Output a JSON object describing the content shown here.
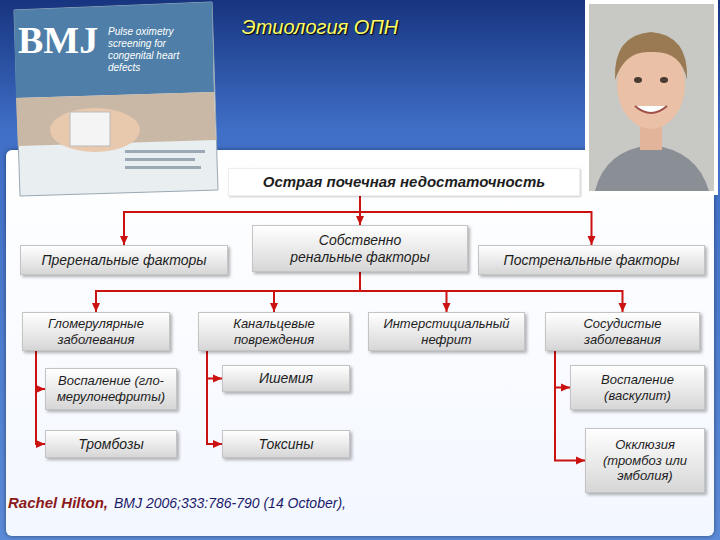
{
  "diagram": {
    "title": "Этиология ОПН",
    "nodes": [
      {
        "text": [
          "Острая почечная недостаточность"
        ]
      },
      {
        "text": [
          "Преренальные факторы"
        ]
      },
      {
        "text": [
          "Собственно ренальные факторы"
        ]
      },
      {
        "text": [
          "Постренальные факторы"
        ]
      },
      {
        "text": [
          "Гломерулярные заболевания"
        ]
      },
      {
        "text": [
          "Канальцевые повреждения"
        ]
      },
      {
        "text": [
          "Интерстициальный нефрит"
        ]
      },
      {
        "text": [
          "Сосудистые заболевания"
        ]
      },
      {
        "text": [
          "Воспаление (гло- мерулонефриты)"
        ]
      },
      {
        "text": [
          "Ишемия"
        ]
      },
      {
        "text": [
          "Воспаление (васкулит)"
        ]
      },
      {
        "text": [
          "Тромбозы"
        ]
      },
      {
        "text": [
          "Токсины"
        ]
      },
      {
        "text": [
          "Окклюзия (тромбоз или эмболия)"
        ]
      }
    ],
    "edges": [
      {
        "from": 0,
        "to": 1,
        "arrow": "to"
      },
      {
        "from": 0,
        "to": 2,
        "arrow": "to"
      },
      {
        "from": 0,
        "to": 3,
        "arrow": "to"
      },
      {
        "from": 2,
        "to": 4,
        "arrow": "to"
      },
      {
        "from": 2,
        "to": 5,
        "arrow": "to"
      },
      {
        "from": 2,
        "to": 6,
        "arrow": "to"
      },
      {
        "from": 2,
        "to": 7,
        "arrow": "to"
      },
      {
        "from": 4,
        "to": 8,
        "arrow": "to"
      },
      {
        "from": 4,
        "to": 11,
        "arrow": "to"
      },
      {
        "from": 5,
        "to": 9,
        "arrow": "to"
      },
      {
        "from": 5,
        "to": 12,
        "arrow": "to"
      },
      {
        "from": 7,
        "to": 10,
        "arrow": "to"
      },
      {
        "from": 7,
        "to": 13,
        "arrow": "to"
      }
    ],
    "labels": [
      "BMJ",
      "Pulse oximetry screening for congenital heart defects",
      "Rachel Hilton,",
      "BMJ 2006;333:786-790 (14 October),"
    ]
  }
}
